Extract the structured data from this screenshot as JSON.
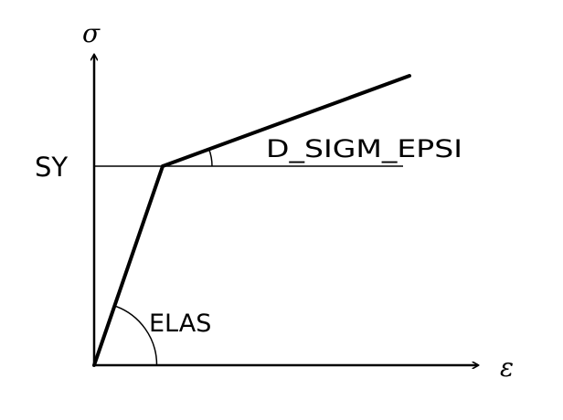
{
  "diagram": {
    "axes": {
      "y_axis_label": "σ",
      "x_axis_label": "ε"
    },
    "labels": {
      "yield_stress": "SY",
      "elastic_slope": "ELAS",
      "hardening_slope": "D_SIGM_EPSI"
    },
    "colors": {
      "line": "#000000",
      "background": "#ffffff"
    }
  }
}
